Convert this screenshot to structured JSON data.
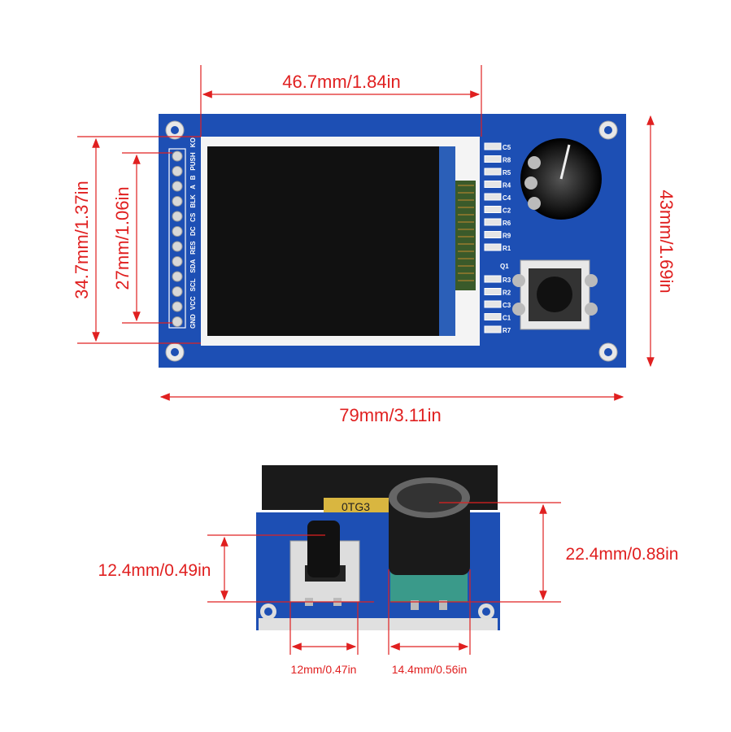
{
  "colors": {
    "pcb": "#1d4fb4",
    "dimension": "#e02020",
    "screen": "#111111"
  },
  "top_view": {
    "dimensions": {
      "screen_width": "46.7mm/1.84in",
      "board_height": "43mm/1.69in",
      "screen_height": "34.7mm/1.37in",
      "display_height": "27mm/1.06in",
      "board_width": "79mm/3.11in"
    },
    "pin_labels": [
      "GND",
      "VCC",
      "SCL",
      "SDA",
      "RES",
      "DC",
      "CS",
      "BLK",
      "A",
      "B",
      "PUSH",
      "KO"
    ],
    "component_labels": [
      "C5",
      "R8",
      "R5",
      "R4",
      "C4",
      "C2",
      "R6",
      "R9",
      "R1",
      "Q1",
      "R3",
      "R2",
      "C3",
      "C1",
      "R7"
    ]
  },
  "bottom_view": {
    "dimensions": {
      "button_height": "12.4mm/0.49in",
      "knob_height": "22.4mm/0.88in",
      "button_width": "12mm/0.47in",
      "knob_width": "14.4mm/0.56in"
    },
    "pcb_text": "0TG3"
  }
}
